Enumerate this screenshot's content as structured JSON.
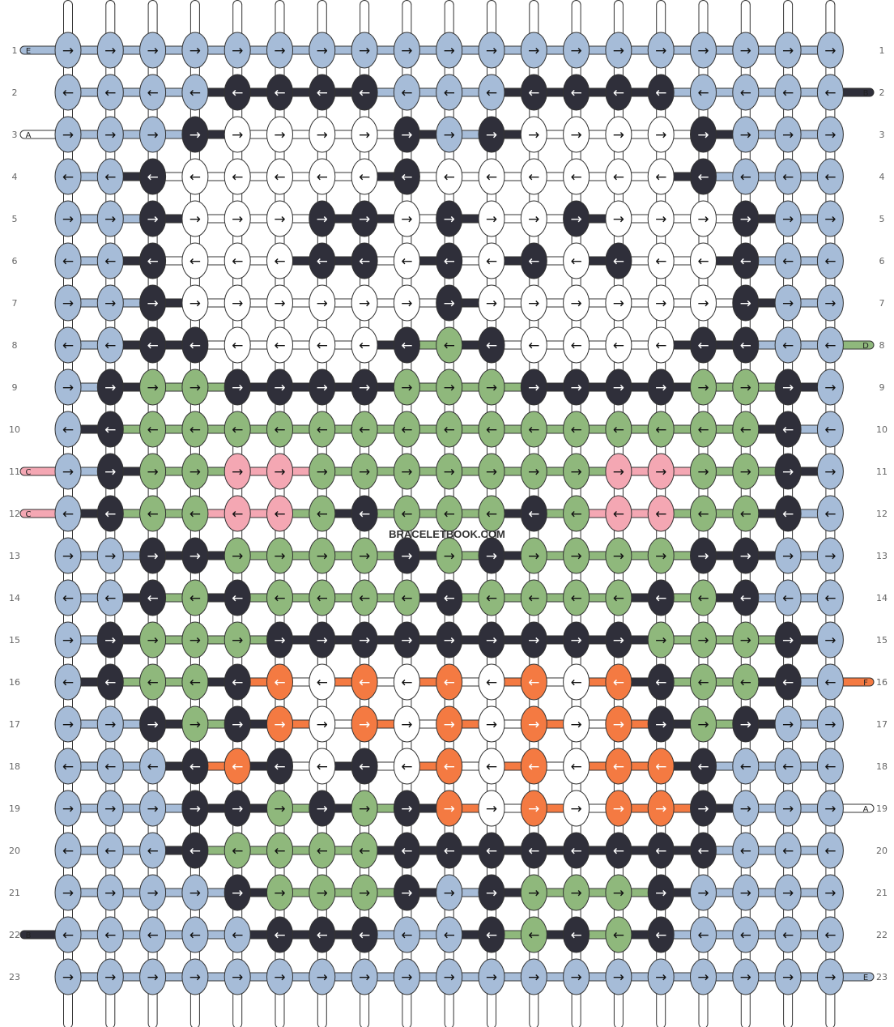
{
  "watermark": "BRACELETBOOK.COM",
  "colors": {
    "E": "#a6bcd8",
    "B": "#2f2f3a",
    "A": "#ffffff",
    "D": "#8fb87c",
    "C": "#f4a7b3",
    "F": "#f47a42"
  },
  "row_labels": [
    "1",
    "2",
    "3",
    "4",
    "5",
    "6",
    "7",
    "8",
    "9",
    "10",
    "11",
    "12",
    "13",
    "14",
    "15",
    "16",
    "17",
    "18",
    "19",
    "20",
    "21",
    "22",
    "23"
  ],
  "left_ends": [
    {
      "row": 1,
      "letter": "E",
      "color": "E"
    },
    {
      "row": 3,
      "letter": "A",
      "color": "A"
    },
    {
      "row": 11,
      "letter": "C",
      "color": "C"
    },
    {
      "row": 12,
      "letter": "C",
      "color": "C"
    },
    {
      "row": 22,
      "letter": "B",
      "color": "B"
    }
  ],
  "right_ends": [
    {
      "row": 2,
      "letter": "B",
      "color": "B"
    },
    {
      "row": 8,
      "letter": "D",
      "color": "D"
    },
    {
      "row": 16,
      "letter": "F",
      "color": "F"
    },
    {
      "row": 19,
      "letter": "A",
      "color": "A"
    },
    {
      "row": 23,
      "letter": "E",
      "color": "E"
    }
  ],
  "rows": [
    {
      "dir": "→",
      "knots": "EEEEEEEEEEEEEEEEEEE"
    },
    {
      "dir": "←",
      "knots": "EEEEBBBBEEEBBBBEEEE"
    },
    {
      "dir": "→",
      "knots": "EEEBAAAABEBAAAABEEE"
    },
    {
      "dir": "←",
      "knots": "EEBAAAAABAAAAAABEEE"
    },
    {
      "dir": "→",
      "knots": "EEBAAABBABAABAAABEE"
    },
    {
      "dir": "←",
      "knots": "EEBAAABBABABABAABEE"
    },
    {
      "dir": "→",
      "knots": "EEBAAAAAABAAAAAABEE"
    },
    {
      "dir": "←",
      "knots": "EEBBAAAABDBAAAABBEE"
    },
    {
      "dir": "→",
      "knots": "EBDDBBBBDDDBBBBDDBE"
    },
    {
      "dir": "←",
      "knots": "EBDDDDDDDDDDDDDDDBE"
    },
    {
      "dir": "→",
      "knots": "EBDDCCDDDDDDDCCDDBE"
    },
    {
      "dir": "←",
      "knots": "EBDDCCDBDDDBDCCDDBE"
    },
    {
      "dir": "→",
      "knots": "EEBBDDDDBDBDDDDBBEE"
    },
    {
      "dir": "←",
      "knots": "EEBDBDDDDBDDDDBDBEE"
    },
    {
      "dir": "→",
      "knots": "EBDDDBBBBBBBBBDDDBE"
    },
    {
      "dir": "←",
      "knots": "EBDDBFAFAFAFAFBDDBE"
    },
    {
      "dir": "→",
      "knots": "EEBDBFAFAFAFAFBDBEE"
    },
    {
      "dir": "←",
      "knots": "EEEBFBABAFAFAFFBEEE"
    },
    {
      "dir": "→",
      "knots": "EEEBBDBDBFAFAFFBEEE"
    },
    {
      "dir": "←",
      "knots": "EEEBDDDDBBBBBBBBEEE"
    },
    {
      "dir": "→",
      "knots": "EEEEBDDDBEBDDDBEEEE"
    },
    {
      "dir": "←",
      "knots": "EEEEEBBBEEBDBDBEEEE"
    },
    {
      "dir": "→",
      "knots": "EEEEEEEEEEEEEEEEEEE"
    }
  ]
}
